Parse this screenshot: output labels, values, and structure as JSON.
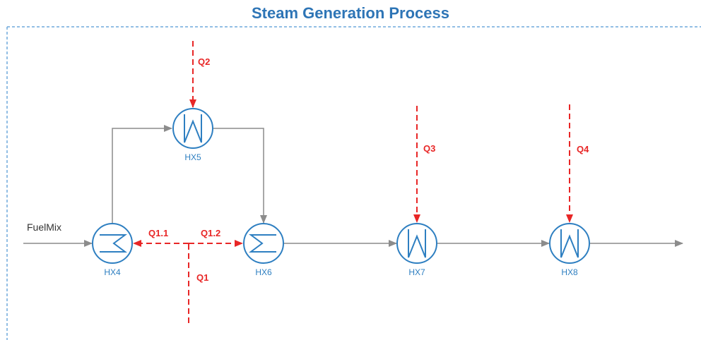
{
  "title": "Steam Generation Process",
  "colors": {
    "title": "#2e75b6",
    "equipment": "#2e7fc1",
    "heat_stream": "#e82626",
    "material_stream": "#8c8c8c",
    "border": "#6fa8dc"
  },
  "streams": {
    "feed_label": "FuelMix"
  },
  "exchangers": {
    "hx4": {
      "label": "HX4",
      "symbol": "heater"
    },
    "hx5": {
      "label": "HX5",
      "symbol": "exchanger"
    },
    "hx6": {
      "label": "HX6",
      "symbol": "heater"
    },
    "hx7": {
      "label": "HX7",
      "symbol": "exchanger"
    },
    "hx8": {
      "label": "HX8",
      "symbol": "exchanger"
    }
  },
  "heat_flows": {
    "q1": "Q1",
    "q1_1": "Q1.1",
    "q1_2": "Q1.2",
    "q2": "Q2",
    "q3": "Q3",
    "q4": "Q4"
  }
}
